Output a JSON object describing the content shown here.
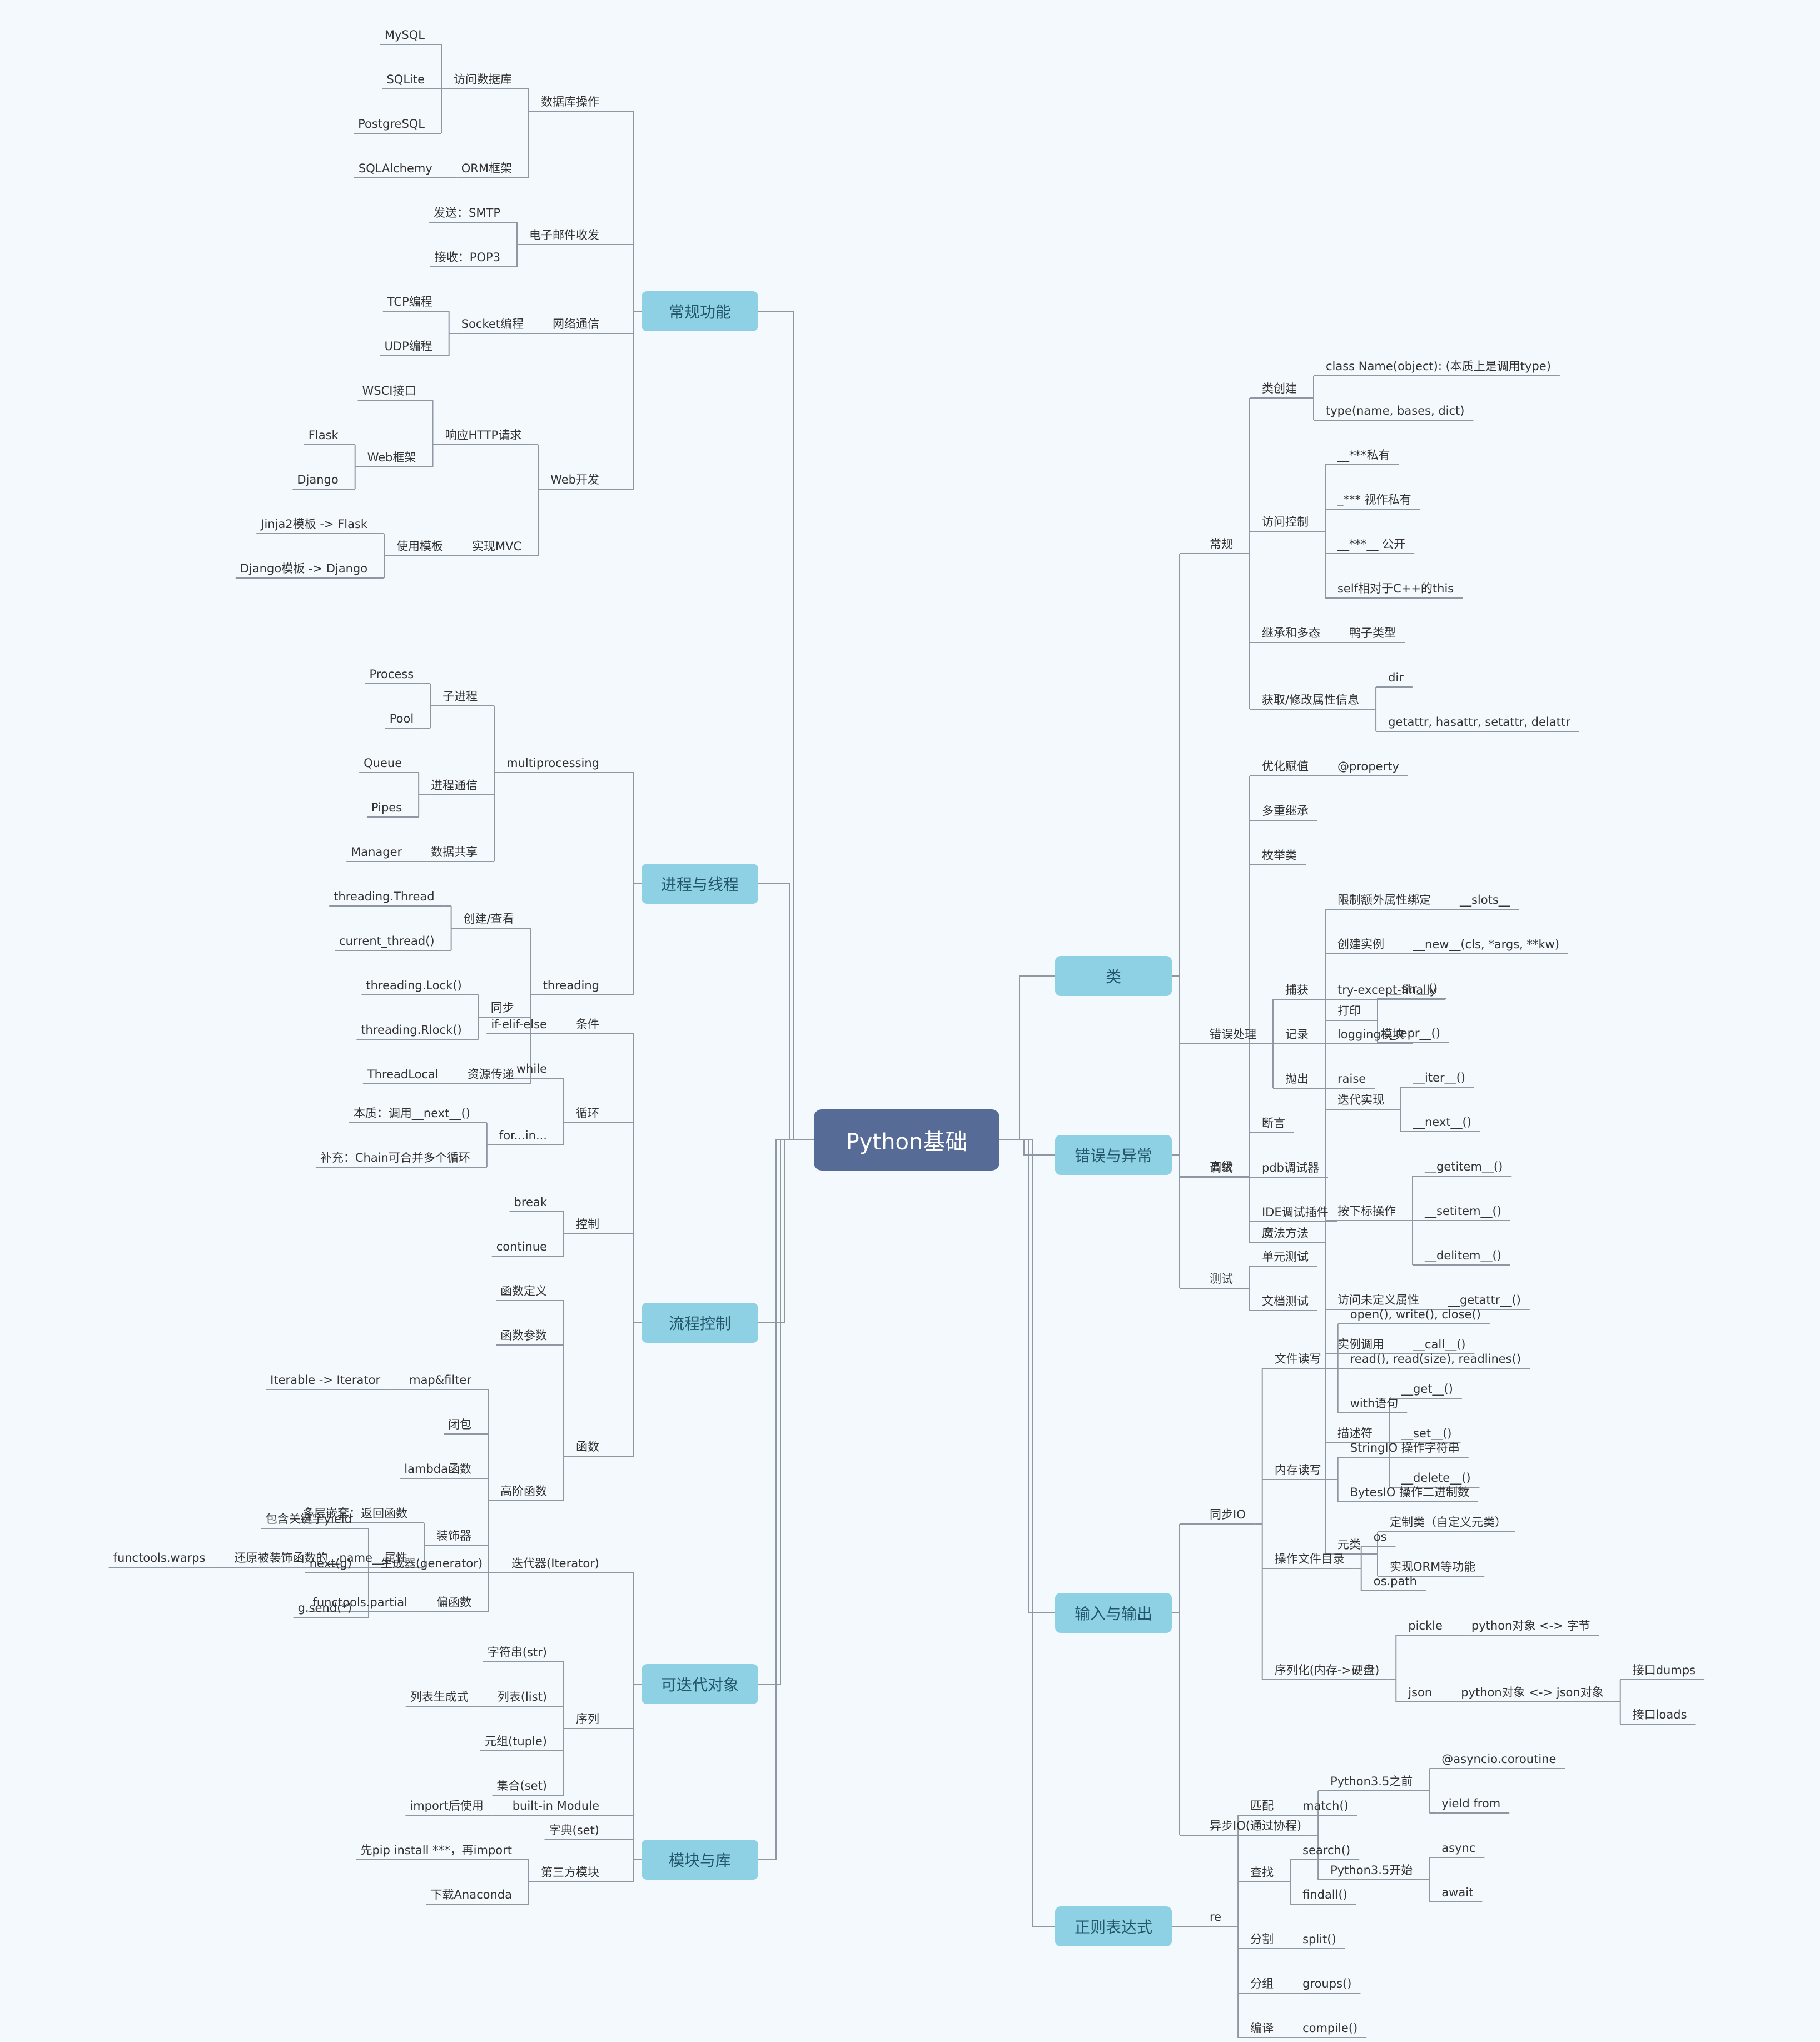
{
  "root": "Python基础",
  "colors": {
    "background": "#f4f9fd",
    "root": "#566b95",
    "main": "#8ed0e4",
    "line": "#8f97a3"
  },
  "right": [
    {
      "label": "类",
      "children": [
        {
          "label": "常规",
          "children": [
            {
              "label": "类创建",
              "children": [
                {
                  "label": "class Name(object): (本质上是调用type)"
                },
                {
                  "label": "type(name, bases, dict)"
                }
              ]
            },
            {
              "label": "访问控制",
              "children": [
                {
                  "label": "__***私有"
                },
                {
                  "label": "_*** 视作私有"
                },
                {
                  "label": "__***__ 公开"
                },
                {
                  "label": "self相对于C++的this"
                }
              ]
            },
            {
              "label": "继承和多态",
              "children": [
                {
                  "label": "鸭子类型"
                }
              ]
            },
            {
              "label": "获取/修改属性信息",
              "children": [
                {
                  "label": "dir"
                },
                {
                  "label": "getattr, hasattr, setattr, delattr"
                }
              ]
            }
          ]
        },
        {
          "label": "高级",
          "children": [
            {
              "label": "优化赋值",
              "children": [
                {
                  "label": "@property"
                }
              ]
            },
            {
              "label": "多重继承"
            },
            {
              "label": "枚举类"
            },
            {
              "label": "魔法方法",
              "children": [
                {
                  "label": "限制额外属性绑定",
                  "children": [
                    {
                      "label": "__slots__"
                    }
                  ]
                },
                {
                  "label": "创建实例",
                  "children": [
                    {
                      "label": "__new__(cls, *args, **kw)"
                    }
                  ]
                },
                {
                  "label": "打印",
                  "children": [
                    {
                      "label": "__str__()"
                    },
                    {
                      "label": "_repr__()"
                    }
                  ]
                },
                {
                  "label": "迭代实现",
                  "children": [
                    {
                      "label": "__iter__()"
                    },
                    {
                      "label": "__next__()"
                    }
                  ]
                },
                {
                  "label": "按下标操作",
                  "children": [
                    {
                      "label": "__getitem__()"
                    },
                    {
                      "label": "__setitem__()"
                    },
                    {
                      "label": "__delitem__()"
                    }
                  ]
                },
                {
                  "label": "访问未定义属性",
                  "children": [
                    {
                      "label": "__getattr__()"
                    }
                  ]
                },
                {
                  "label": "实例调用",
                  "children": [
                    {
                      "label": "__call__()"
                    }
                  ]
                },
                {
                  "label": "描述符",
                  "children": [
                    {
                      "label": "__get__()"
                    },
                    {
                      "label": "__set__()"
                    },
                    {
                      "label": "__delete__()"
                    }
                  ]
                },
                {
                  "label": "元类",
                  "children": [
                    {
                      "label": "定制类（自定义元类）"
                    },
                    {
                      "label": "实现ORM等功能"
                    }
                  ]
                }
              ]
            }
          ]
        }
      ]
    },
    {
      "label": "错误与异常",
      "children": [
        {
          "label": "错误处理",
          "children": [
            {
              "label": "捕获",
              "children": [
                {
                  "label": "try-except-finally"
                }
              ]
            },
            {
              "label": "记录",
              "children": [
                {
                  "label": "logging模块"
                }
              ]
            },
            {
              "label": "抛出",
              "children": [
                {
                  "label": "raise"
                }
              ]
            }
          ]
        },
        {
          "label": "调试",
          "children": [
            {
              "label": "断言"
            },
            {
              "label": "pdb调试器"
            },
            {
              "label": "IDE调试插件"
            }
          ]
        },
        {
          "label": "测试",
          "children": [
            {
              "label": "单元测试"
            },
            {
              "label": "文档测试"
            }
          ]
        }
      ]
    },
    {
      "label": "输入与输出",
      "children": [
        {
          "label": "同步IO",
          "children": [
            {
              "label": "文件读写",
              "children": [
                {
                  "label": "open(), write(), close()"
                },
                {
                  "label": "read(), read(size), readlines()"
                },
                {
                  "label": "with语句"
                }
              ]
            },
            {
              "label": "内存读写",
              "children": [
                {
                  "label": "StringIO 操作字符串"
                },
                {
                  "label": "BytesIO 操作二进制数"
                }
              ]
            },
            {
              "label": "操作文件目录",
              "children": [
                {
                  "label": "os"
                },
                {
                  "label": "os.path"
                }
              ]
            },
            {
              "label": "序列化(内存->硬盘)",
              "children": [
                {
                  "label": "pickle",
                  "children": [
                    {
                      "label": "python对象 <-> 字节"
                    }
                  ]
                },
                {
                  "label": "json",
                  "children": [
                    {
                      "label": "python对象 <-> json对象",
                      "children": [
                        {
                          "label": "接口dumps"
                        },
                        {
                          "label": "接口loads"
                        }
                      ]
                    }
                  ]
                }
              ]
            }
          ]
        },
        {
          "label": "异步IO(通过协程)",
          "children": [
            {
              "label": "Python3.5之前",
              "children": [
                {
                  "label": "@asyncio.coroutine"
                },
                {
                  "label": "yield from"
                }
              ]
            },
            {
              "label": "Python3.5开始",
              "children": [
                {
                  "label": "async"
                },
                {
                  "label": "await"
                }
              ]
            }
          ]
        }
      ]
    },
    {
      "label": "正则表达式",
      "children": [
        {
          "label": "re",
          "children": [
            {
              "label": "匹配",
              "children": [
                {
                  "label": "match()"
                }
              ]
            },
            {
              "label": "查找",
              "children": [
                {
                  "label": "search()"
                },
                {
                  "label": "findall()"
                }
              ]
            },
            {
              "label": "分割",
              "children": [
                {
                  "label": "split()"
                }
              ]
            },
            {
              "label": "分组",
              "children": [
                {
                  "label": "groups()"
                }
              ]
            },
            {
              "label": "编译",
              "children": [
                {
                  "label": "compile()"
                }
              ]
            }
          ]
        }
      ]
    }
  ],
  "left": [
    {
      "label": "常规功能",
      "children": [
        {
          "label": "数据库操作",
          "children": [
            {
              "label": "访问数据库",
              "children": [
                {
                  "label": "MySQL"
                },
                {
                  "label": "SQLite"
                },
                {
                  "label": "PostgreSQL"
                }
              ]
            },
            {
              "label": "ORM框架",
              "children": [
                {
                  "label": "SQLAlchemy"
                }
              ]
            }
          ]
        },
        {
          "label": "电子邮件收发",
          "children": [
            {
              "label": "发送：SMTP"
            },
            {
              "label": "接收：POP3"
            }
          ]
        },
        {
          "label": "网络通信",
          "children": [
            {
              "label": "Socket编程",
              "children": [
                {
                  "label": "TCP编程"
                },
                {
                  "label": "UDP编程"
                }
              ]
            }
          ]
        },
        {
          "label": "Web开发",
          "children": [
            {
              "label": "响应HTTP请求",
              "children": [
                {
                  "label": "WSCI接口"
                },
                {
                  "label": "Web框架",
                  "children": [
                    {
                      "label": "Flask"
                    },
                    {
                      "label": "Django"
                    }
                  ]
                }
              ]
            },
            {
              "label": "实现MVC",
              "children": [
                {
                  "label": "使用模板",
                  "children": [
                    {
                      "label": "Jinja2模板 -> Flask"
                    },
                    {
                      "label": "Django模板 -> Django"
                    }
                  ]
                }
              ]
            }
          ]
        }
      ]
    },
    {
      "label": "进程与线程",
      "children": [
        {
          "label": "multiprocessing",
          "children": [
            {
              "label": "子进程",
              "children": [
                {
                  "label": "Process"
                },
                {
                  "label": "Pool"
                }
              ]
            },
            {
              "label": "进程通信",
              "children": [
                {
                  "label": "Queue"
                },
                {
                  "label": "Pipes"
                }
              ]
            },
            {
              "label": "数据共享",
              "children": [
                {
                  "label": "Manager"
                }
              ]
            }
          ]
        },
        {
          "label": "threading",
          "children": [
            {
              "label": "创建/查看",
              "children": [
                {
                  "label": "threading.Thread"
                },
                {
                  "label": "current_thread()"
                }
              ]
            },
            {
              "label": "同步",
              "children": [
                {
                  "label": "threading.Lock()"
                },
                {
                  "label": "threading.Rlock()"
                }
              ]
            },
            {
              "label": "资源传递",
              "children": [
                {
                  "label": "ThreadLocal"
                }
              ]
            }
          ]
        }
      ]
    },
    {
      "label": "流程控制",
      "children": [
        {
          "label": "条件",
          "children": [
            {
              "label": "if-elif-else"
            }
          ]
        },
        {
          "label": "循环",
          "children": [
            {
              "label": "while"
            },
            {
              "label": "for...in...",
              "children": [
                {
                  "label": "本质：调用__next__()"
                },
                {
                  "label": "补充：Chain可合并多个循环"
                }
              ]
            }
          ]
        },
        {
          "label": "控制",
          "children": [
            {
              "label": "break"
            },
            {
              "label": "continue"
            }
          ]
        },
        {
          "label": "函数",
          "children": [
            {
              "label": "函数定义"
            },
            {
              "label": "函数参数"
            },
            {
              "label": "高阶函数",
              "children": [
                {
                  "label": "map&filter",
                  "children": [
                    {
                      "label": "Iterable -> Iterator"
                    }
                  ]
                },
                {
                  "label": "闭包"
                },
                {
                  "label": "lambda函数"
                },
                {
                  "label": "装饰器",
                  "children": [
                    {
                      "label": "多层嵌套：返回函数"
                    },
                    {
                      "label": "还原被装饰函数的__name__属性",
                      "children": [
                        {
                          "label": "functools.warps"
                        }
                      ]
                    }
                  ]
                },
                {
                  "label": "偏函数",
                  "children": [
                    {
                      "label": "functools.partial"
                    }
                  ]
                }
              ]
            }
          ]
        }
      ]
    },
    {
      "label": "可迭代对象",
      "children": [
        {
          "label": "迭代器(Iterator)",
          "children": [
            {
              "label": "生成器(generator)",
              "children": [
                {
                  "label": "包含关键字yield"
                },
                {
                  "label": "next(g)"
                },
                {
                  "label": "g.send(*)"
                }
              ]
            }
          ]
        },
        {
          "label": "序列",
          "children": [
            {
              "label": "字符串(str)"
            },
            {
              "label": "列表(list)",
              "children": [
                {
                  "label": "列表生成式"
                }
              ]
            },
            {
              "label": "元组(tuple)"
            },
            {
              "label": "集合(set)"
            }
          ]
        },
        {
          "label": "字典(set)"
        }
      ]
    },
    {
      "label": "模块与库",
      "children": [
        {
          "label": "built-in Module",
          "children": [
            {
              "label": "import后使用"
            }
          ]
        },
        {
          "label": "第三方模块",
          "children": [
            {
              "label": "先pip install ***，再import"
            },
            {
              "label": "下载Anaconda"
            }
          ]
        }
      ]
    }
  ]
}
